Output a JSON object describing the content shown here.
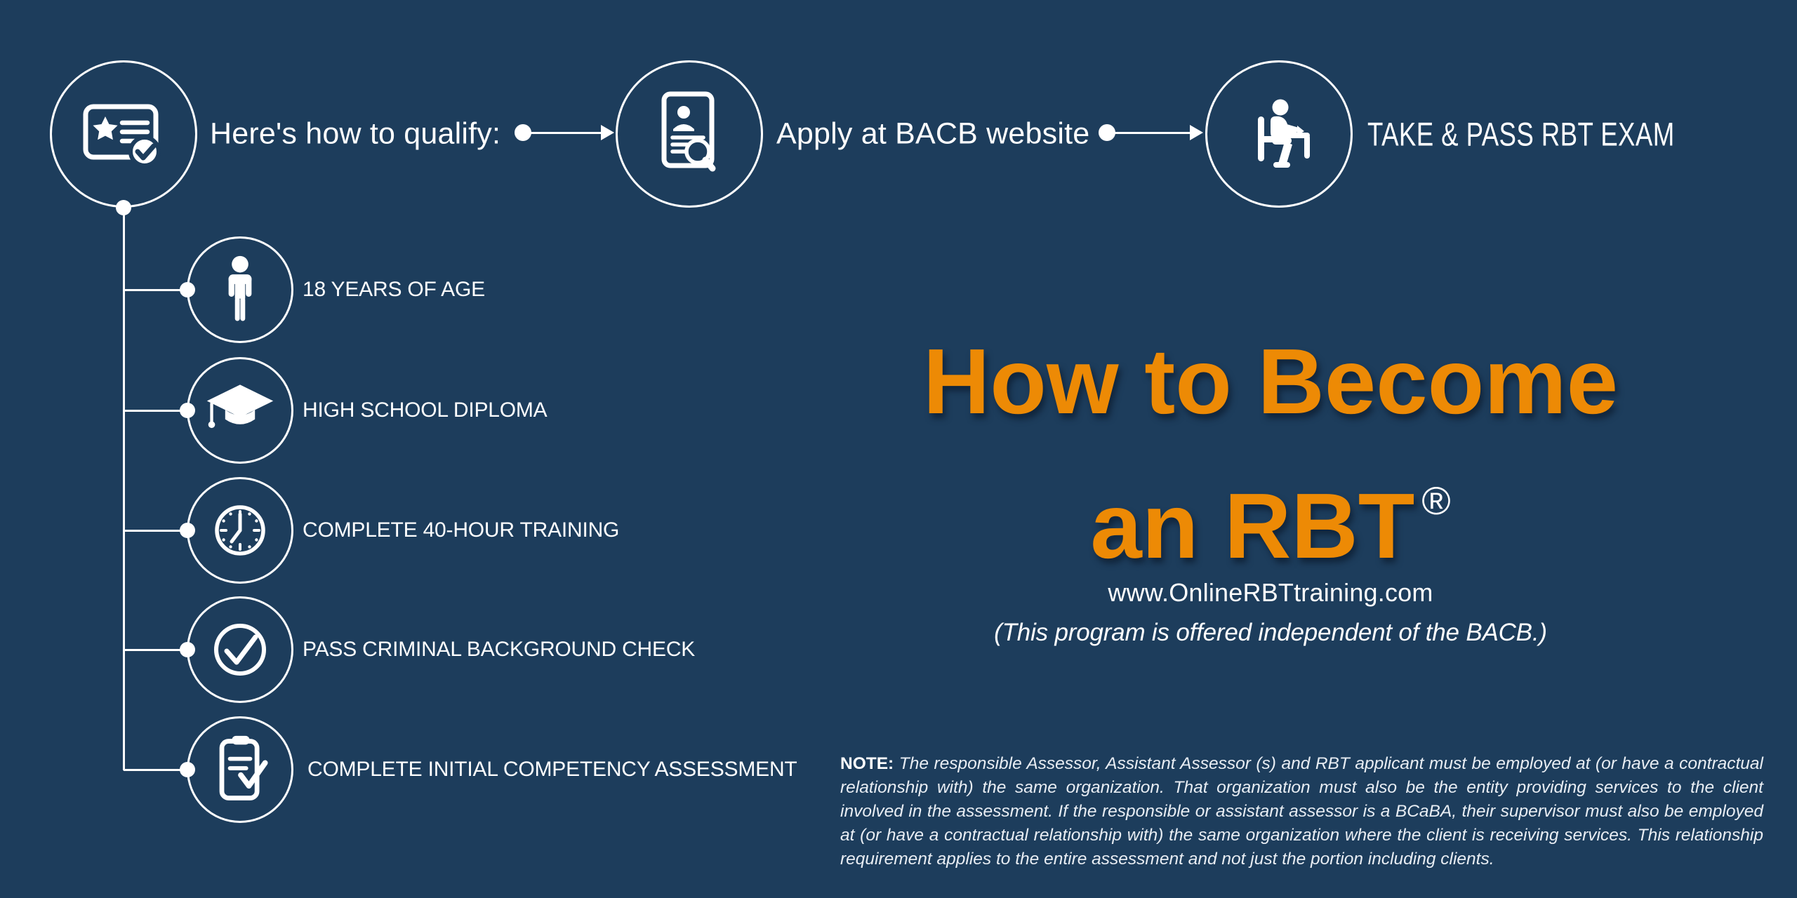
{
  "colors": {
    "background": "#1d3d5c",
    "accent_orange": "#ed8a05",
    "line_white": "#ffffff",
    "note_text": "#e8edf3"
  },
  "top_flow": {
    "steps": [
      {
        "label": "Here's how to qualify:",
        "icon": "certificate-badge-icon"
      },
      {
        "label": "Apply at BACB website",
        "icon": "resume-search-icon"
      },
      {
        "label": "TAKE & PASS RBT EXAM",
        "icon": "exam-desk-icon"
      }
    ]
  },
  "requirements": [
    {
      "label": "18 YEARS OF AGE",
      "icon": "person-icon"
    },
    {
      "label": "HIGH SCHOOL DIPLOMA",
      "icon": "graduation-cap-icon"
    },
    {
      "label": "COMPLETE 40-HOUR TRAINING",
      "icon": "clock-icon"
    },
    {
      "label": "PASS CRIMINAL BACKGROUND CHECK",
      "icon": "check-circle-icon"
    },
    {
      "label": "COMPLETE INITIAL COMPETENCY ASSESSMENT",
      "icon": "clipboard-check-icon"
    }
  ],
  "title": {
    "line1": "How to Become",
    "line2": "an RBT",
    "registered_mark": "®"
  },
  "website": "www.OnlineRBTtraining.com",
  "disclaimer": "(This program is offered independent of the BACB.)",
  "note": {
    "heading": "NOTE:",
    "body": " The responsible Assessor, Assistant Assessor (s) and RBT applicant must be employed at (or have a contractual relationship with) the same organization. That organization must also be the entity providing services to the client involved in the assessment. If the responsible or assistant assessor is a BCaBA, their supervisor must also be employed at (or have a contractual relationship with) the same organization where the client is receiving services. This relationship requirement applies to the entire assessment and not just the portion including clients."
  }
}
